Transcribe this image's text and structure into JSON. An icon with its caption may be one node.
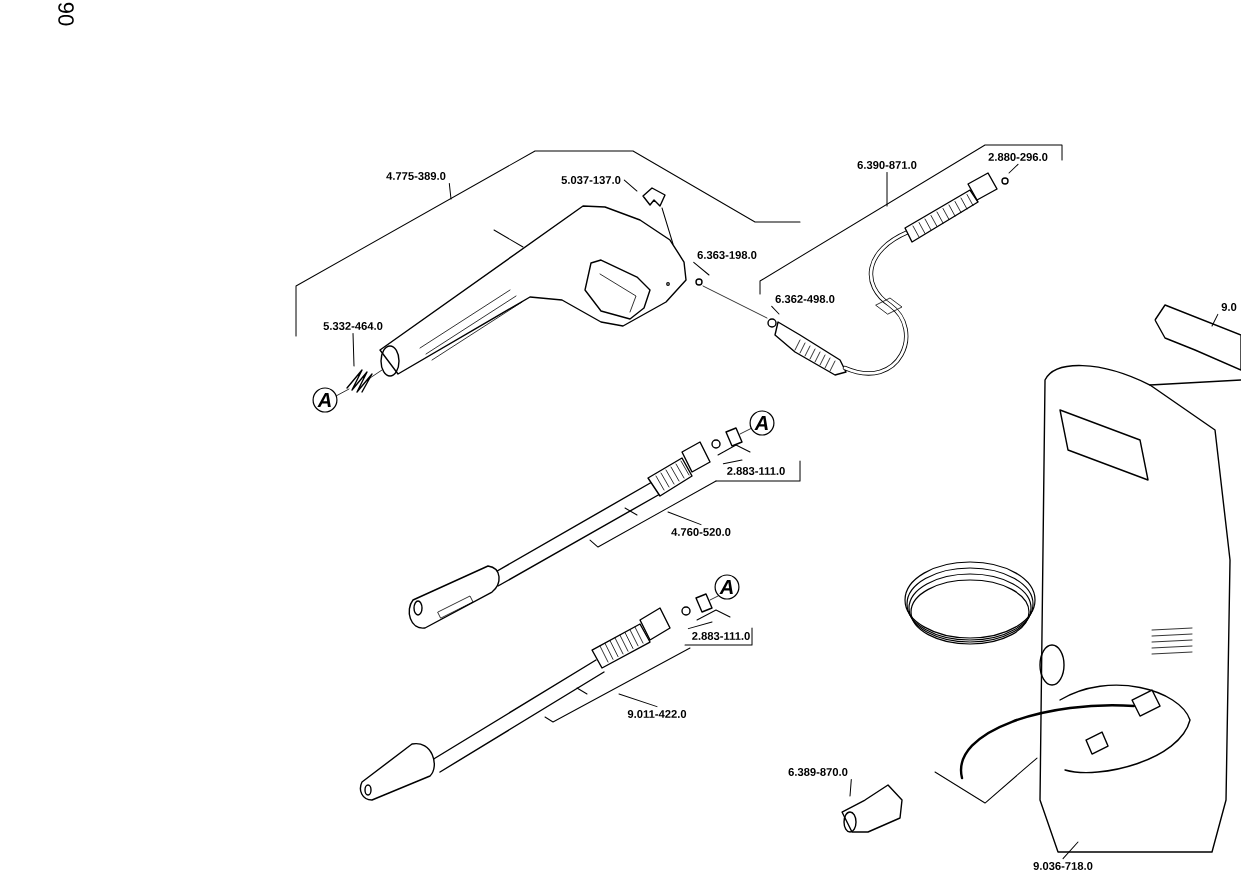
{
  "diagram": {
    "nodes": [
      {
        "text": [
          "4.775-389.0"
        ]
      },
      {
        "text": [
          "5.037-137.0"
        ]
      },
      {
        "text": [
          "6.390-871.0"
        ]
      },
      {
        "text": [
          "2.880-296.0"
        ]
      },
      {
        "text": [
          "6.363-198.0"
        ]
      },
      {
        "text": [
          "5.332-464.0"
        ]
      },
      {
        "text": [
          "6.362-498.0"
        ]
      },
      {
        "text": [
          "2.883-111.0"
        ]
      },
      {
        "text": [
          "4.760-520.0"
        ]
      },
      {
        "text": [
          "2.883-111.0"
        ]
      },
      {
        "text": [
          "9.011-422.0"
        ]
      },
      {
        "text": [
          "6.389-870.0"
        ]
      },
      {
        "text": [
          "9.036-718.0"
        ]
      },
      {
        "text": [
          "9.0"
        ]
      }
    ],
    "edges": [
      {
        "from": 0,
        "to": null,
        "arrow": "none"
      },
      {
        "from": 1,
        "to": null,
        "arrow": "none"
      },
      {
        "from": 2,
        "to": null,
        "arrow": "none"
      },
      {
        "from": 3,
        "to": null,
        "arrow": "none"
      },
      {
        "from": 4,
        "to": null,
        "arrow": "none"
      },
      {
        "from": 5,
        "to": null,
        "arrow": "none"
      },
      {
        "from": 6,
        "to": null,
        "arrow": "none"
      },
      {
        "from": 7,
        "to": null,
        "arrow": "none"
      },
      {
        "from": 8,
        "to": null,
        "arrow": "none"
      },
      {
        "from": 9,
        "to": null,
        "arrow": "none"
      },
      {
        "from": 10,
        "to": null,
        "arrow": "none"
      },
      {
        "from": 11,
        "to": null,
        "arrow": "none"
      },
      {
        "from": 12,
        "to": null,
        "arrow": "none"
      },
      {
        "from": 13,
        "to": null,
        "arrow": "none"
      }
    ],
    "labels": [
      "06",
      "A",
      "A",
      "A"
    ]
  }
}
